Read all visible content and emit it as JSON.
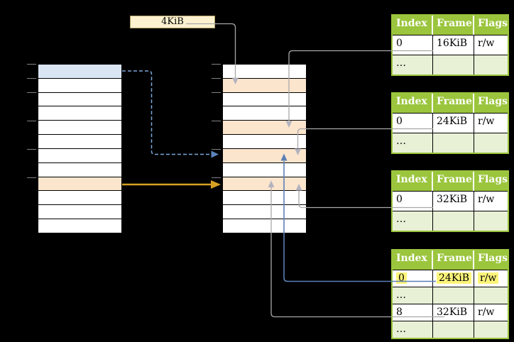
{
  "size_box": {
    "label": "4KiB"
  },
  "palette": {
    "background": "#000000",
    "row_blue": "#dae5f4",
    "row_orange": "#fce5cd",
    "table_header_green": "#9bc53d",
    "table_shaded_green": "#e8f0d6",
    "highlight_yellow": "#fcf47a",
    "size_box_fill": "#fdf2d0",
    "size_box_border": "#b3a065",
    "gray_line": "#a8a8a8",
    "blue_line": "#5b7fb5",
    "dashed_blue_line": "#7da6d8",
    "orange_arrow": "#d7a022",
    "tick_gray": "#828282"
  },
  "columns": {
    "left": {
      "name": "left-memory-column",
      "rows": [
        "blue",
        "white",
        "white",
        "white",
        "white",
        "white",
        "white",
        "white",
        "orange",
        "white",
        "white",
        "white"
      ],
      "ticks": [
        0,
        1,
        2,
        4,
        6,
        8
      ]
    },
    "middle": {
      "name": "middle-memory-column",
      "rows": [
        "white",
        "orange",
        "white",
        "white",
        "orange",
        "white",
        "orange",
        "white",
        "orange",
        "white",
        "white",
        "white"
      ],
      "ticks": [
        0,
        1,
        2,
        4,
        6,
        8
      ]
    }
  },
  "tables": [
    {
      "headers": [
        "Index",
        "Frame",
        "Flags"
      ],
      "rows": [
        {
          "cells": [
            "0",
            "16KiB",
            "r/w"
          ]
        },
        {
          "cells": [
            "…",
            "",
            ""
          ],
          "shaded": true
        }
      ]
    },
    {
      "headers": [
        "Index",
        "Frame",
        "Flags"
      ],
      "rows": [
        {
          "cells": [
            "0",
            "24KiB",
            "r/w"
          ]
        },
        {
          "cells": [
            "…",
            "",
            ""
          ],
          "shaded": true
        }
      ]
    },
    {
      "headers": [
        "Index",
        "Frame",
        "Flags"
      ],
      "rows": [
        {
          "cells": [
            "0",
            "32KiB",
            "r/w"
          ]
        },
        {
          "cells": [
            "…",
            "",
            ""
          ],
          "shaded": true
        }
      ]
    },
    {
      "headers": [
        "Index",
        "Frame",
        "Flags"
      ],
      "rows": [
        {
          "cells": [
            "0",
            "24KiB",
            "r/w"
          ],
          "highlight": true
        },
        {
          "cells": [
            "…",
            "",
            ""
          ],
          "shaded": true
        },
        {
          "cells": [
            "8",
            "32KiB",
            "r/w"
          ]
        },
        {
          "cells": [
            "…",
            "",
            ""
          ],
          "shaded": true
        }
      ]
    }
  ],
  "connectors": [
    {
      "from": "size-box",
      "to": "middle-column-row-1",
      "color": "#a8a8a8",
      "style": "solid"
    },
    {
      "from": "table-1-row-16KiB",
      "to": "middle-column-row-4",
      "color": "#a8a8a8",
      "style": "solid"
    },
    {
      "from": "table-2-row-24KiB",
      "to": "middle-column-row-6",
      "color": "#a8a8a8",
      "style": "solid"
    },
    {
      "from": "table-3-row-32KiB",
      "to": "middle-column-row-8",
      "color": "#a8a8a8",
      "style": "solid"
    },
    {
      "from": "table-4-row-24KiB-highlighted",
      "to": "middle-column-row-6",
      "color": "#5b7fb5",
      "style": "solid"
    },
    {
      "from": "table-4-row-32KiB",
      "to": "middle-column-row-8",
      "color": "#a8a8a8",
      "style": "solid"
    },
    {
      "from": "left-column-row-0-blue",
      "to": "middle-column-row-6",
      "color": "#7da6d8",
      "style": "dashed"
    },
    {
      "from": "left-column-row-8-orange",
      "to": "middle-column-row-8",
      "color": "#d7a022",
      "style": "solid"
    }
  ]
}
